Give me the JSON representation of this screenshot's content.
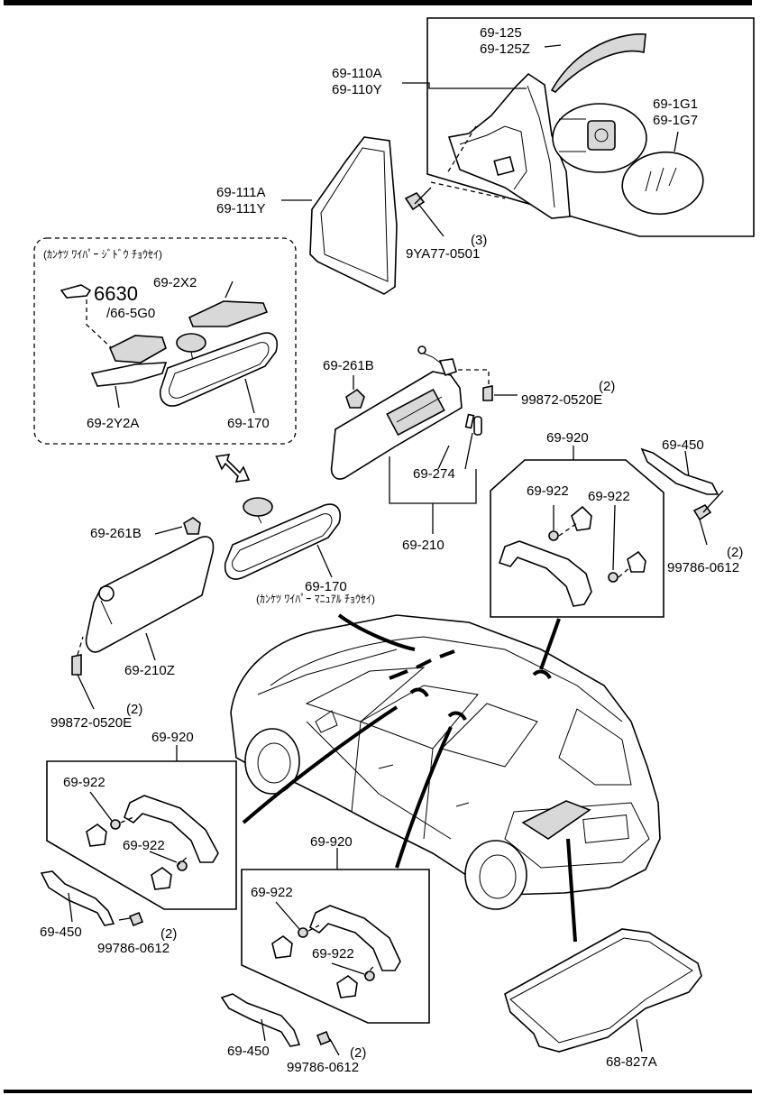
{
  "diagram": {
    "option_box_note": "(ｶﾝｹﾂ ﾜｲﾊﾟｰ ｼﾞﾄﾞｳ ﾁｮｳｾｲ)",
    "manual_note": "(ｶﾝｹﾂ ﾜｲﾊﾟｰ ﾏﾆｭｱﾙ ﾁｮｳｾｲ)",
    "labels": {
      "mirror_cover": [
        "69-125",
        "69-125Z"
      ],
      "mirror_glass": [
        "69-1G1",
        "69-1G7"
      ],
      "door_mirror": [
        "69-110A",
        "69-110Y"
      ],
      "mirror_garnish": [
        "69-111A",
        "69-111Y"
      ],
      "mirror_screw": "9YA77-0501",
      "mirror_screw_qty": "(3)",
      "auto_mirror_ref_main": "6630",
      "auto_mirror_ref_sub": "/66-5G0",
      "mirror_cover_upper": "69-2X2",
      "mirror_cover_lower": "69-2Y2A",
      "rearview_mirror_auto": "69-170",
      "visor_clip_right": "69-261B",
      "visor_clip_left": "69-261B",
      "visor_screw_right": "99872-0520E",
      "visor_screw_right_qty": "(2)",
      "visor_screw_left": "99872-0520E",
      "visor_screw_left_qty": "(2)",
      "vanity_mirror": "69-274",
      "sun_visor_right": "69-210",
      "sun_visor_left": "69-210Z",
      "rearview_mirror_manual": "69-170",
      "assist_handle_front": "69-920",
      "assist_cap_front_1": "69-922",
      "assist_cap_front_2": "69-922",
      "bracket_front_right": "69-450",
      "bracket_screw_front_right": "99786-0612",
      "bracket_screw_front_right_qty": "(2)",
      "assist_handle_left": "69-920",
      "assist_cap_left_1": "69-922",
      "assist_cap_left_2": "69-922",
      "bracket_left": "69-450",
      "bracket_screw_left": "99786-0612",
      "bracket_screw_left_qty": "(2)",
      "assist_handle_center": "69-920",
      "assist_cap_center_1": "69-922",
      "assist_cap_center_2": "69-922",
      "bracket_center": "69-450",
      "bracket_screw_center": "99786-0612",
      "bracket_screw_center_qty": "(2)",
      "trunk_board": "68-827A"
    }
  }
}
